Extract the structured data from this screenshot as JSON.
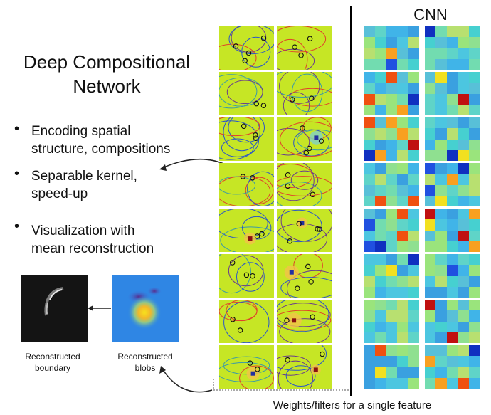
{
  "title": {
    "line1": "Deep Compositional",
    "line2": "Network"
  },
  "bullets": [
    {
      "lines": [
        "Encoding spatial",
        "structure, compositions"
      ]
    },
    {
      "lines": [
        "Separable kernel,",
        "speed-up"
      ]
    },
    {
      "lines": [
        "Visualization with",
        "mean reconstruction"
      ]
    }
  ],
  "recon": {
    "boundary_caption": [
      "Reconstructed",
      "boundary"
    ],
    "blobs_caption": [
      "Reconstructed",
      "blobs"
    ]
  },
  "cnn_label": "CNN",
  "footer": "Weights/filters for a single feature",
  "colors": {
    "tile_bg": "#c6e625",
    "ring_blue": "#2a56c8",
    "ring_red": "#e0402a",
    "ring_purple": "#6a3c8c",
    "ring_teal": "#3a9aa8",
    "divider": "#000000",
    "arrow": "#222222"
  },
  "icons": [
    "bullet-dot",
    "arrow-left",
    "arrow-curved"
  ]
}
